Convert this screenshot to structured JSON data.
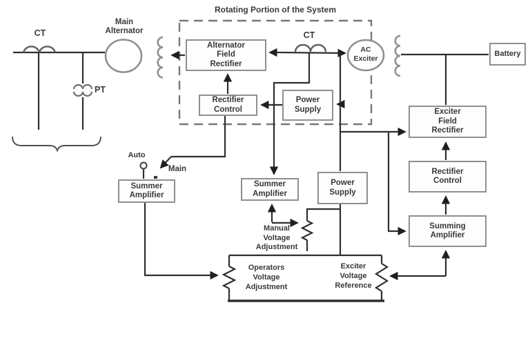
{
  "colors": {
    "wire": "#2e2e2e",
    "box_border": "#8f8f8f",
    "text": "#383838",
    "dashed_border": "#777777",
    "background": "#ffffff"
  },
  "title": "Rotating Portion of the System",
  "generator_section": {
    "ct_label": "CT",
    "pt_label": "PT",
    "main_alternator": "Main\nAlternator"
  },
  "rotating_section": {
    "alternator_field_rectifier": "Alternator\nField\nRectifier",
    "rectifier_control": "Rectifier\nControl",
    "power_supply": "Power\nSupply",
    "ct_label": "CT",
    "ac_exciter": "AC\nExciter"
  },
  "exciter_section": {
    "battery": "Battery",
    "exciter_field_rectifier": "Exciter\nField\nRectifier",
    "rectifier_control": "Rectifier\nControl",
    "summing_amplifier": "Summing\nAmplifier"
  },
  "control_section": {
    "auto_label": "Auto",
    "main_label": "Main",
    "summer_amplifier_auto": "Summer\nAmplifier",
    "summer_amplifier_manual": "Summer\nAmplifier",
    "power_supply": "Power\nSupply",
    "manual_voltage_adjustment": "Manual\nVoltage\nAdjustment",
    "operators_voltage_adjustment": "Operators\nVoltage\nAdjustment",
    "exciter_voltage_reference": "Exciter\nVoltage\nReference"
  }
}
